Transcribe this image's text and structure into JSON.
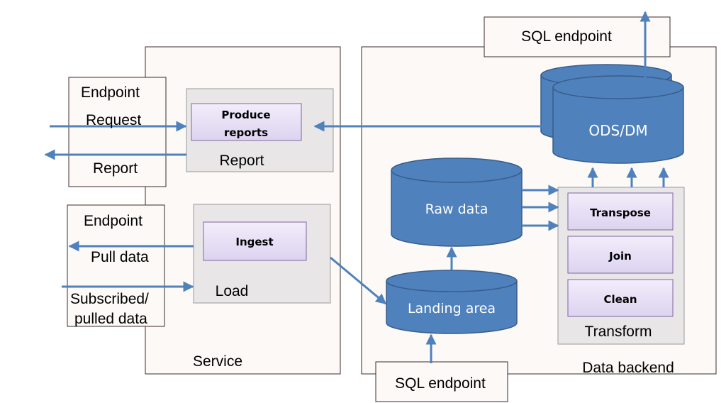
{
  "service": {
    "label": "Service",
    "report_box": {
      "label": "Report",
      "task": [
        "Produce",
        "reports"
      ]
    },
    "load_box": {
      "label": "Load",
      "task": "Ingest"
    }
  },
  "endpoint_report": {
    "title": "Endpoint",
    "request": "Request",
    "report": "Report"
  },
  "endpoint_pull": {
    "title": "Endpoint",
    "pull": "Pull data",
    "subscribed": [
      "Subscribed/",
      "pulled data"
    ]
  },
  "backend": {
    "label": "Data backend",
    "ods": "ODS/DM",
    "raw": "Raw data",
    "landing": "Landing area",
    "transform": {
      "label": "Transform",
      "steps": [
        "Transpose",
        "Join",
        "Clean"
      ]
    },
    "sql_top": "SQL endpoint",
    "sql_bottom": "SQL endpoint"
  },
  "colors": {
    "cylinder_fill": "#4f81bd",
    "cylinder_stroke": "#385d8a",
    "arrow": "#4f81bd",
    "task_fill": "#e6dff5",
    "task_stroke": "#8064a2",
    "panel_fill": "#e8e6e6",
    "panel_stroke": "#9a9a9a",
    "frame_fill": "#fcf9f7",
    "frame_stroke": "#3d2b2b"
  }
}
